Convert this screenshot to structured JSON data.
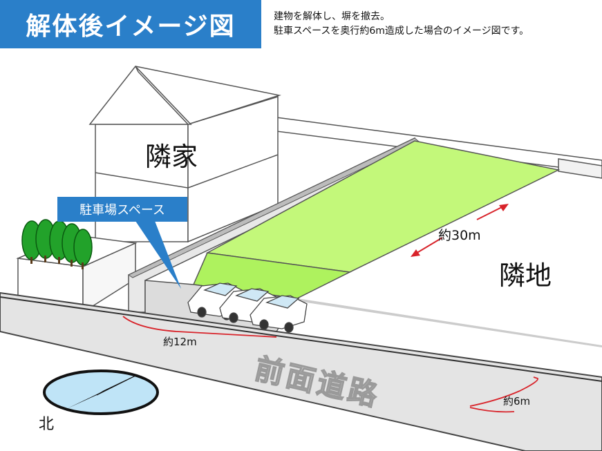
{
  "title": "解体後イメージ図",
  "description": {
    "line1": "建物を解体し、塀を撤去。",
    "line2": "駐車スペースを奥行約6m造成した場合のイメージ図です。"
  },
  "labels": {
    "neighbor_house": "隣家",
    "neighbor_land": "隣地",
    "parking": "駐車場スペース",
    "front_road": "前面道路",
    "north": "北",
    "depth_30": "約30m",
    "width_12": "約12m",
    "road_6": "約6m"
  },
  "colors": {
    "title_bg": "#2a7fc9",
    "lot_green": "#c3f87a",
    "lot_green_front": "#aef25e",
    "road_gray": "#e4e4e4",
    "dimension_red": "#d8232a",
    "compass_blue": "#bfe4f7"
  }
}
